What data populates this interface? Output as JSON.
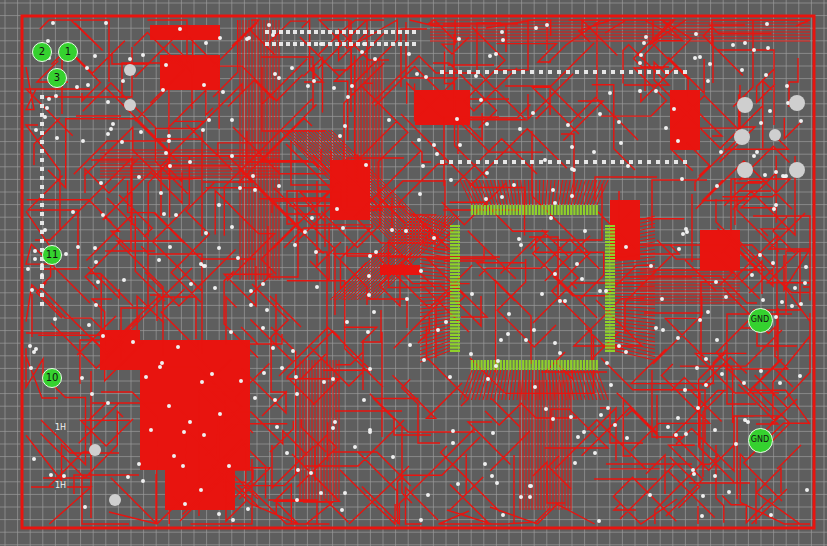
{
  "diagram": {
    "nodes": [
      {
        "text": [
          "2"
        ]
      },
      {
        "text": [
          "1"
        ]
      },
      {
        "text": [
          "3"
        ]
      },
      {
        "text": [
          "11"
        ]
      },
      {
        "text": [
          "10"
        ]
      },
      {
        "text": [
          "GND"
        ]
      },
      {
        "text": [
          "GND"
        ]
      }
    ],
    "labels": [
      "1H",
      "1H"
    ]
  }
}
